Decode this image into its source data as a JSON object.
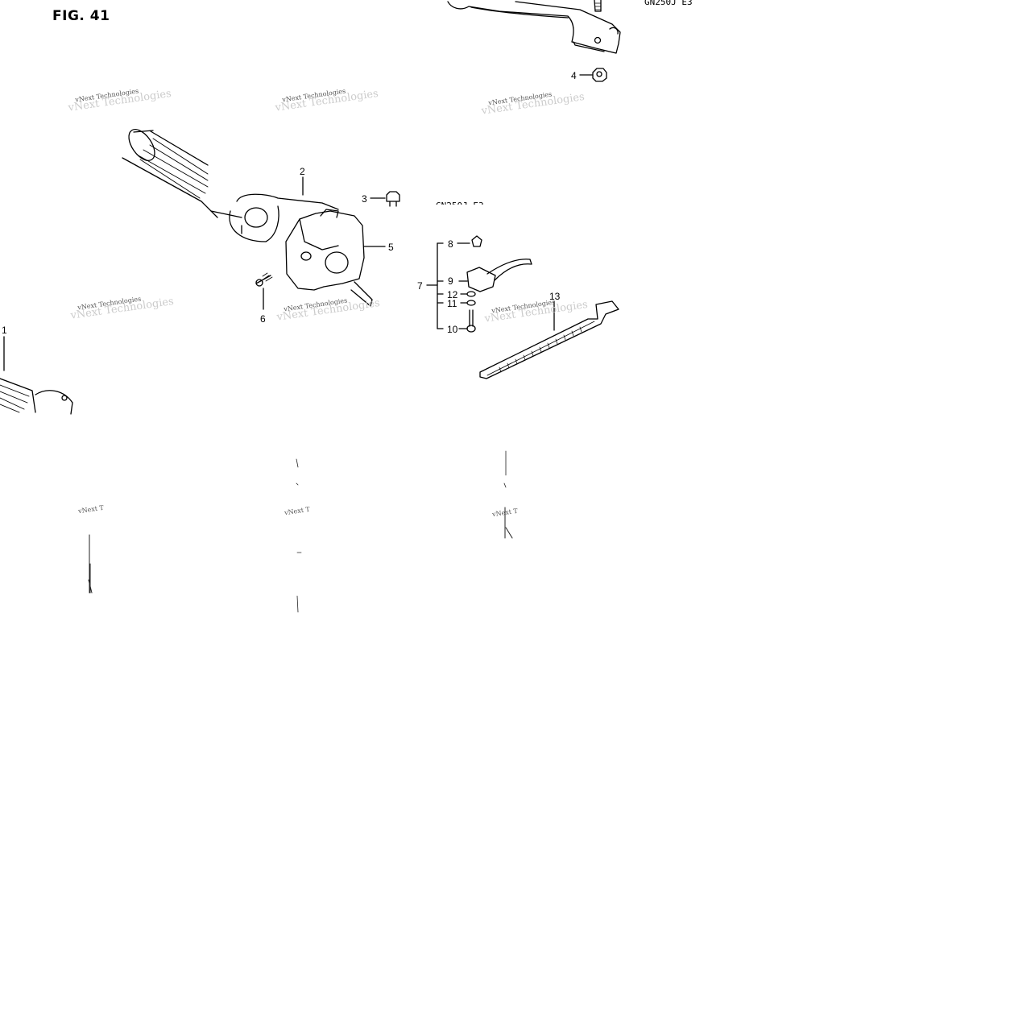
{
  "figure": {
    "title": "FIG. 41",
    "model_codes": [
      "GN250J E3",
      "GN250J E3"
    ]
  },
  "callouts": {
    "c1": "1",
    "c2": "2",
    "c3": "3",
    "c4": "4",
    "c5": "5",
    "c6": "6",
    "c7": "7",
    "c8": "8",
    "c9": "9",
    "c10": "10",
    "c11": "11",
    "c12": "12",
    "c13": "13"
  },
  "watermark": {
    "text": "vNext Technologies",
    "partial": "vNext T"
  }
}
